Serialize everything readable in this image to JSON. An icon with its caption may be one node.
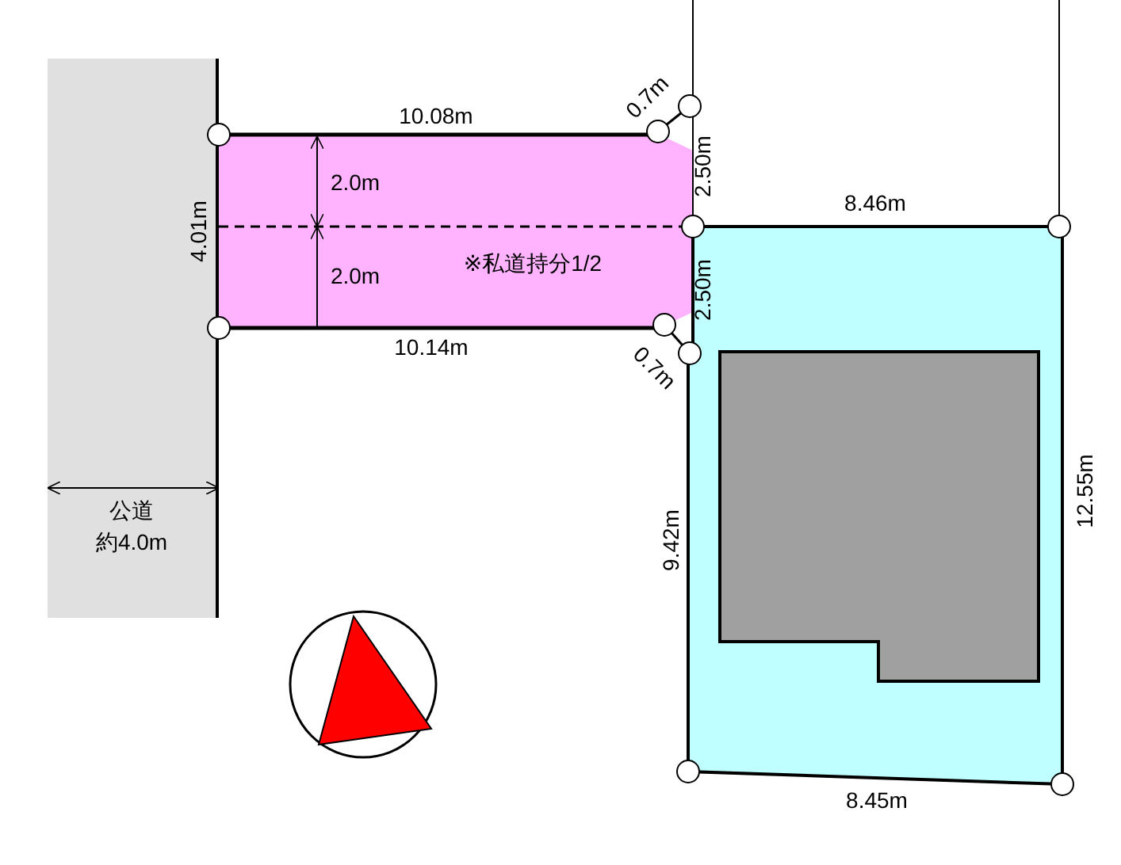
{
  "diagram": {
    "nodes": [
      {
        "text": [
          "公道",
          "約4.0m"
        ]
      },
      {
        "text": [
          "※私道持分1/2"
        ]
      },
      {
        "text": [],
        "shape": "box"
      },
      {
        "text": [],
        "shape": "box",
        "in": 2
      }
    ],
    "edges": [],
    "labels": [
      "10.08m",
      "0.7m",
      "2.0m",
      "2.50m",
      "4.01m",
      "8.46m",
      "2.0m",
      "2.50m",
      "10.14m",
      "0.7m",
      "9.42m",
      "12.55m",
      "8.45m"
    ]
  }
}
